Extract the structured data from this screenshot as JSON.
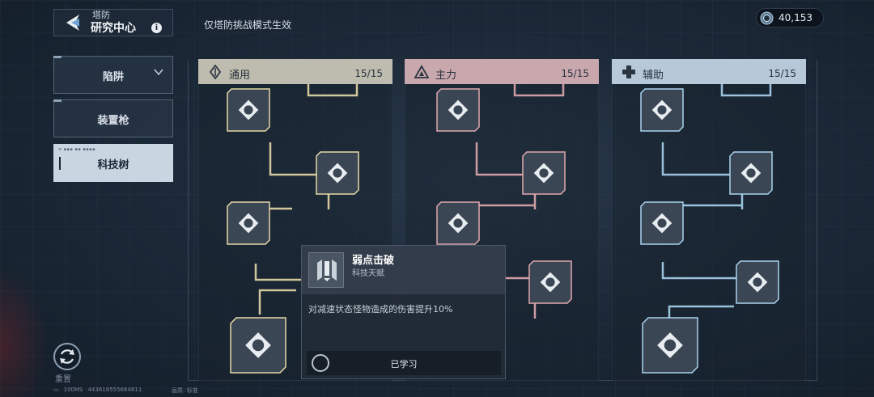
{
  "header": {
    "title_small": "塔防",
    "title_big": "研究中心",
    "info_icon": "i",
    "mode_note": "仅塔防挑战模式生效",
    "currency_icon": "coin-icon",
    "currency_value": "40,153"
  },
  "menu": {
    "items": [
      {
        "label": "陷阱",
        "state": "dropdown"
      },
      {
        "label": "装置枪",
        "state": "normal"
      },
      {
        "label": "科技树",
        "state": "active"
      }
    ]
  },
  "reset": {
    "label": "重置"
  },
  "status": {
    "ping": "100MS",
    "uid": "443618555664811",
    "quality": "画质: 标准"
  },
  "columns": [
    {
      "label": "通用",
      "count": "15/15",
      "color": "#bdbcae",
      "line_color": "#e6d9a8"
    },
    {
      "label": "主力",
      "count": "15/15",
      "color": "#c9a8ad",
      "line_color": "#e2a9b0"
    },
    {
      "label": "辅助",
      "count": "15/15",
      "color": "#b7c9d9",
      "line_color": "#a9d3ef"
    }
  ],
  "popup": {
    "title": "弱点击破",
    "subtitle": "科技天赋",
    "description": "对减速状态怪物造成的伤害提升10%",
    "button_label": "已学习"
  }
}
